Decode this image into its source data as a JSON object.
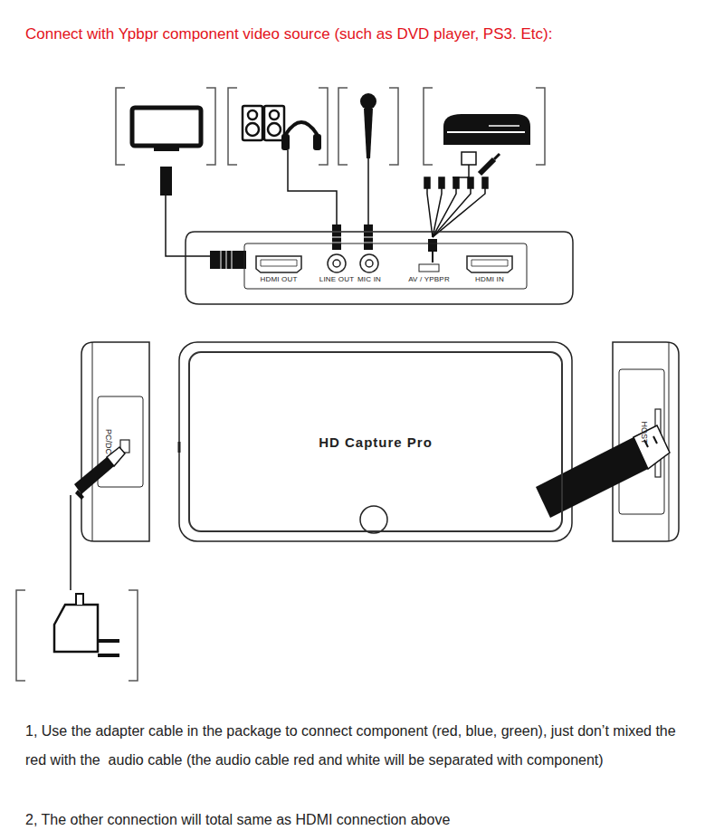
{
  "diagram": {
    "title": "Connect with Ypbpr component video source (such as DVD player, PS3. Etc):",
    "nodes": [
      {
        "text": [
          "HD Capture Pro"
        ]
      }
    ],
    "labels": [
      "HDMI OUT",
      "LINE OUT",
      "MIC IN",
      "AV / YPBPR",
      "HDMI IN",
      "PC/DC",
      "HOST",
      "1, Use the adapter cable in the package to connect component (red, blue, green), just don’t mixed the red with the  audio cable (the audio cable red and white will be separated with component)",
      "2, The other connection will total same as HDMI connection above"
    ]
  }
}
